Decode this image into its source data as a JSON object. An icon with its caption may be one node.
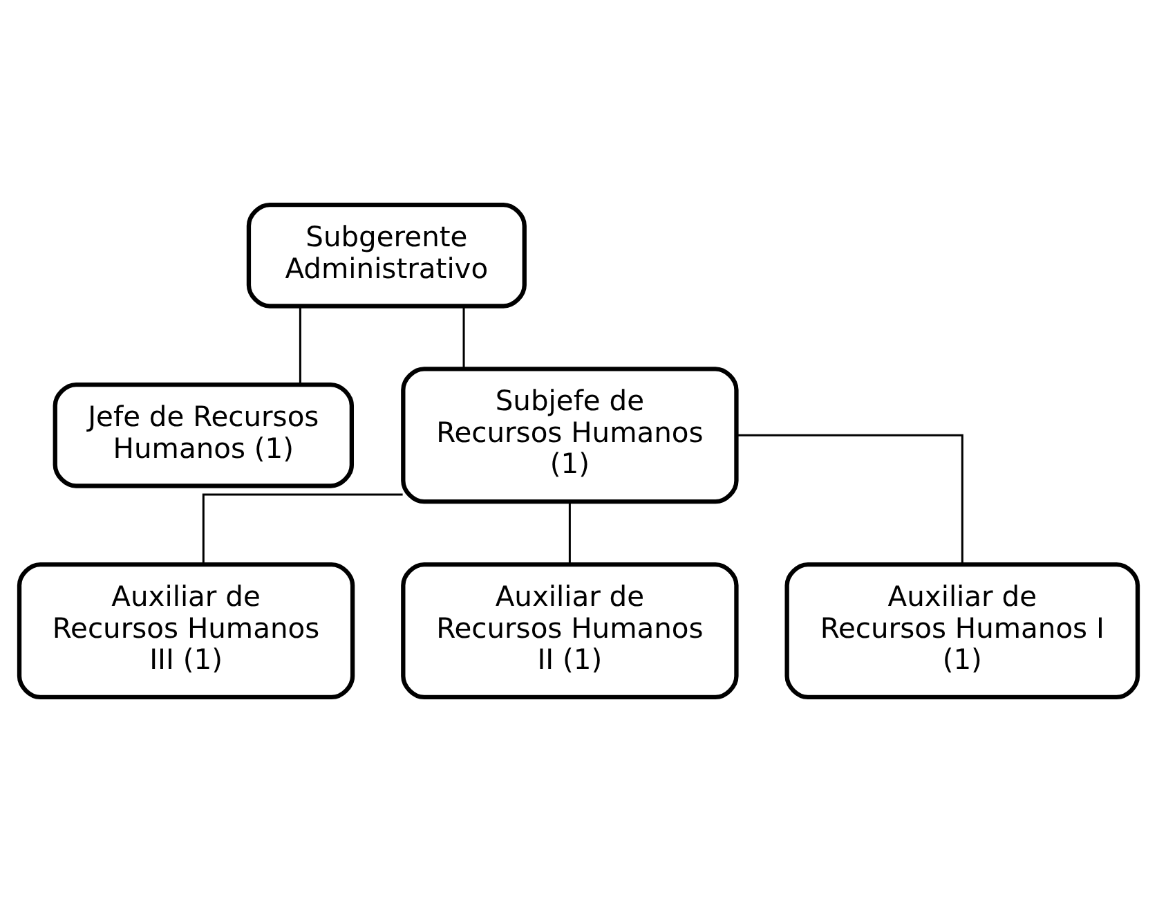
{
  "diagram": {
    "nodes": [
      {
        "text": [
          "Subgerente Administrativo"
        ]
      },
      {
        "text": [
          "Jefe de Recursos Humanos (1)"
        ]
      },
      {
        "text": [
          "Subjefe de Recursos Humanos (1)"
        ]
      },
      {
        "text": [
          "Auxiliar de Recursos Humanos III (1)"
        ]
      },
      {
        "text": [
          "Auxiliar de Recursos Humanos II (1)"
        ]
      },
      {
        "text": [
          "Auxiliar de Recursos Humanos I (1)"
        ]
      }
    ],
    "edges": [
      {
        "from": 0,
        "to": 1,
        "arrow": "none"
      },
      {
        "from": 0,
        "to": 2,
        "arrow": "none"
      },
      {
        "from": 2,
        "to": 3,
        "arrow": "none"
      },
      {
        "from": 2,
        "to": 4,
        "arrow": "none"
      },
      {
        "from": 2,
        "to": 5,
        "arrow": "none"
      }
    ]
  }
}
